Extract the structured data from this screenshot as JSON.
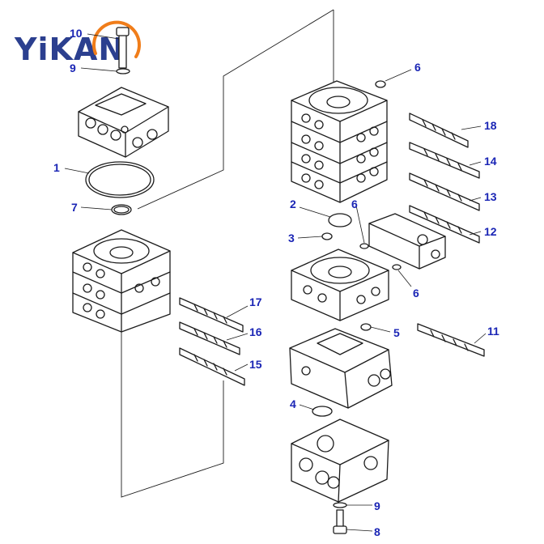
{
  "logo": {
    "text": "YiKAN",
    "color": "#2b3f8f",
    "accent_color": "#f07d1a"
  },
  "callouts": [
    {
      "id": "c10a",
      "text": "10"
    },
    {
      "id": "c9a",
      "text": "9"
    },
    {
      "id": "c1",
      "text": "1"
    },
    {
      "id": "c7",
      "text": "7"
    },
    {
      "id": "c17",
      "text": "17"
    },
    {
      "id": "c16",
      "text": "16"
    },
    {
      "id": "c15",
      "text": "15"
    },
    {
      "id": "c6a",
      "text": "6"
    },
    {
      "id": "c18",
      "text": "18"
    },
    {
      "id": "c14",
      "text": "14"
    },
    {
      "id": "c13",
      "text": "13"
    },
    {
      "id": "c2",
      "text": "2"
    },
    {
      "id": "c6b",
      "text": "6"
    },
    {
      "id": "c3",
      "text": "3"
    },
    {
      "id": "c12",
      "text": "12"
    },
    {
      "id": "c6c",
      "text": "6"
    },
    {
      "id": "c5",
      "text": "5"
    },
    {
      "id": "c11",
      "text": "11"
    },
    {
      "id": "c4",
      "text": "4"
    },
    {
      "id": "c9b",
      "text": "9"
    },
    {
      "id": "c8",
      "text": "8"
    }
  ],
  "colors": {
    "line": "#1b1b1b",
    "callout": "#1a25b5",
    "background": "#ffffff"
  }
}
